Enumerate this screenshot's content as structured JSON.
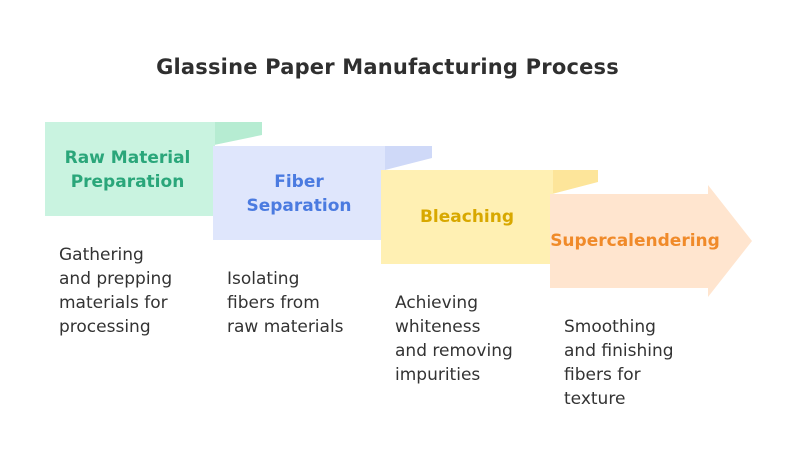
{
  "title": "Glassine Paper Manufacturing Process",
  "steps": [
    {
      "label": "Raw Material\nPreparation",
      "description": "Gathering\nand prepping\nmaterials for\nprocessing",
      "fill": "#c9f3e0",
      "flap": "#b6ecd2",
      "text_color": "#2aa67a"
    },
    {
      "label": "Fiber\nSeparation",
      "description": "Isolating\nfibers from\nraw materials",
      "fill": "#dfe6fc",
      "flap": "#cfd9f8",
      "text_color": "#4b7be0"
    },
    {
      "label": "Bleaching",
      "description": "Achieving\nwhiteness\nand removing\nimpurities",
      "fill": "#fff0b3",
      "flap": "#fde59a",
      "text_color": "#d8a800"
    },
    {
      "label": "Supercalendering",
      "description": "Smoothing\nand finishing\nfibers for\ntexture",
      "fill": "#ffe5cf",
      "flap": "#fdd7b8",
      "text_color": "#f08a2a"
    }
  ]
}
